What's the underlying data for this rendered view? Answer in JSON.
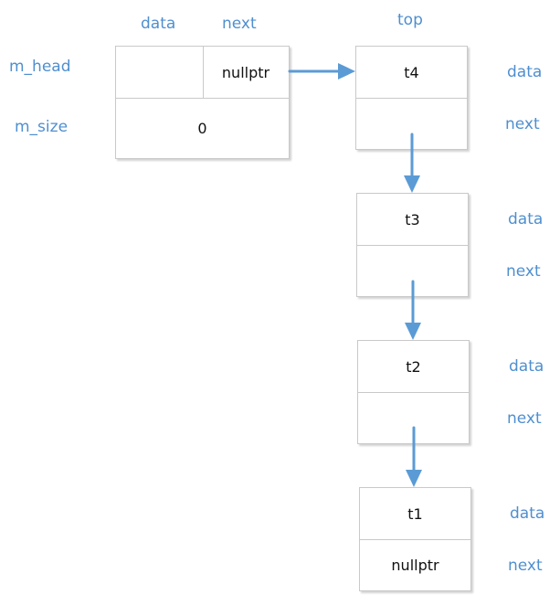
{
  "head_struct": {
    "col_data_label": "data",
    "col_next_label": "next",
    "row_head_label": "m_head",
    "row_size_label": "m_size",
    "head_next_value": "nullptr",
    "size_value": "0"
  },
  "top_label": "top",
  "nodes": [
    {
      "data_value": "t4",
      "data_label": "data",
      "next_label": "next"
    },
    {
      "data_value": "t3",
      "data_label": "data",
      "next_label": "next"
    },
    {
      "data_value": "t2",
      "data_label": "data",
      "next_label": "next"
    },
    {
      "data_value": "t1",
      "next_value": "nullptr",
      "data_label": "data",
      "next_label": "next"
    }
  ],
  "colors": {
    "label_blue": "#4f8fcf",
    "arrow_blue": "#5b9bd5",
    "box_border": "#c9c9c9"
  }
}
